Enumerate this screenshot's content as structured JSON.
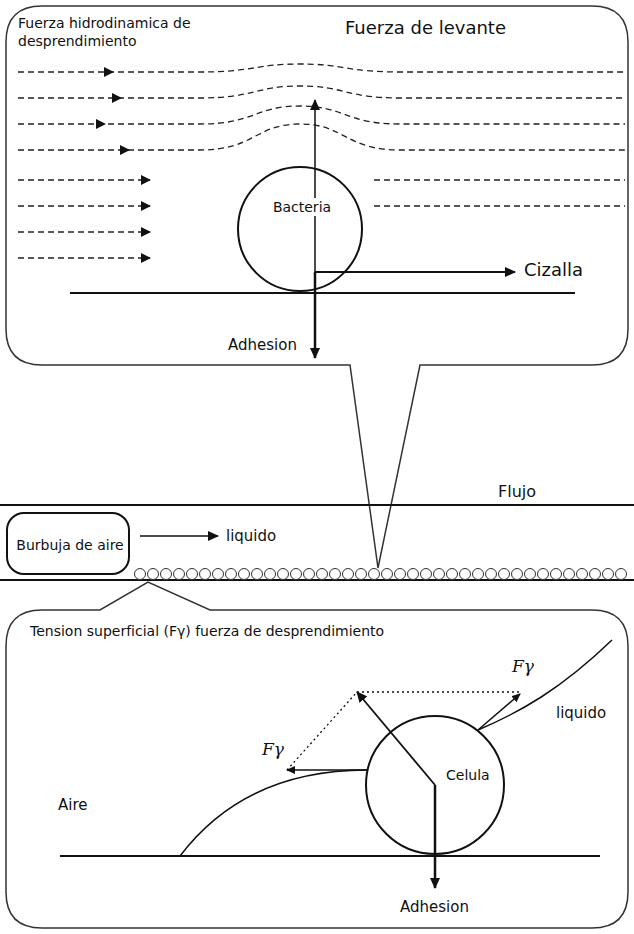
{
  "diagram": {
    "nodes": [
      {
        "text": [
          "Fuerza hidrodinamica de desprendimiento",
          "Fuerza de levante",
          "Cizalla",
          "Adhesion"
        ]
      },
      {
        "text": [
          "Bacteria"
        ],
        "in": 0
      },
      {
        "text": [
          "Burbuja de aire"
        ]
      },
      {
        "text": [
          "Tension superficial (Fγ) fuerza de desprendimiento",
          "Fγ",
          "Fγ",
          "liquido",
          "Aire",
          "Adhesion"
        ]
      },
      {
        "text": [
          "Celula"
        ],
        "in": 3
      }
    ],
    "labels": [
      "liquido",
      "Flujo"
    ]
  }
}
